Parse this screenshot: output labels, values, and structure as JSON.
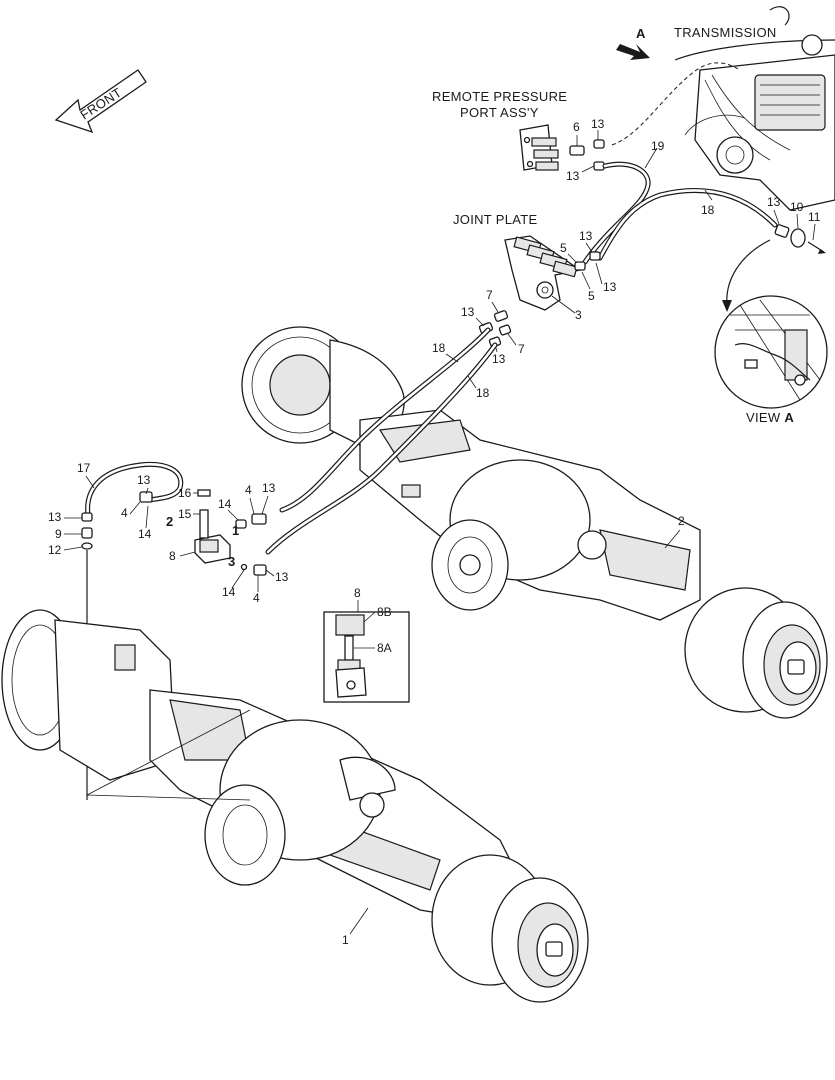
{
  "labels": {
    "front": "FRONT",
    "transmission": "TRANSMISSION",
    "remote_line1": "REMOTE PRESSURE",
    "remote_line2": "PORT ASS'Y",
    "joint_plate": "JOINT PLATE",
    "view_a_prefix": "VIEW ",
    "view_a_letter": "A",
    "arrow_a": "A"
  },
  "callouts": {
    "c6": "6",
    "c13a": "13",
    "c13b": "13",
    "c19": "19",
    "c18a": "18",
    "c13c": "13",
    "c10": "10",
    "c11": "11",
    "c13d": "13",
    "c5a": "5",
    "c5b": "5",
    "c13e": "13",
    "c3": "3",
    "c7a": "7",
    "c13f": "13",
    "c7b": "7",
    "c13g": "13",
    "c18b": "18",
    "c18c": "18",
    "c17": "17",
    "c13h": "13",
    "c4a": "4",
    "c14a": "14",
    "c16": "16",
    "c15": "15",
    "c2s": "2",
    "c14b": "14",
    "c4b": "4",
    "c13i": "13",
    "c1s": "1",
    "c8": "8",
    "c3s": "3",
    "c14c": "14",
    "c4c": "4",
    "c13j": "13",
    "c13k": "13",
    "c9": "9",
    "c12": "12",
    "c8box": "8",
    "c8b": "8B",
    "c8a": "8A",
    "c2": "2",
    "c1": "1"
  }
}
